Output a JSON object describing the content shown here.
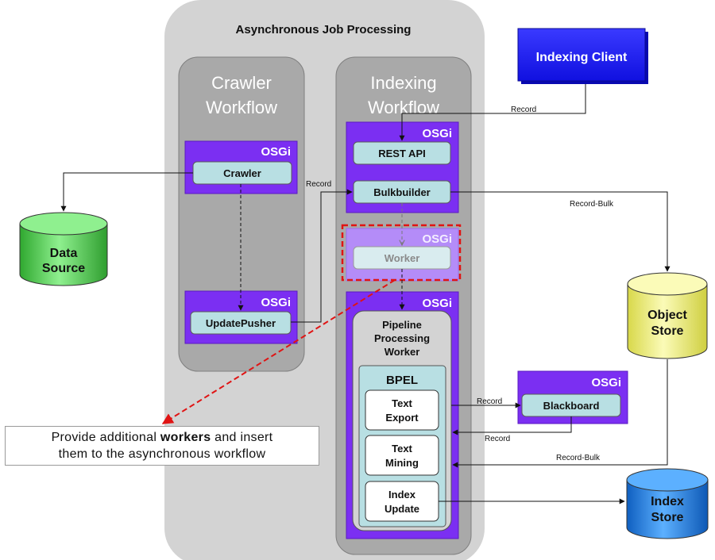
{
  "title": "Asynchronous Job Processing",
  "crawler_workflow": {
    "line1": "Crawler",
    "line2": "Workflow"
  },
  "indexing_workflow": {
    "line1": "Indexing",
    "line2": "Workflow"
  },
  "indexing_client": "Indexing Client",
  "osgi": "OSGi",
  "components": {
    "crawler": "Crawler",
    "update_pusher": "UpdatePusher",
    "rest_api": "REST API",
    "bulkbuilder": "Bulkbuilder",
    "worker": "Worker",
    "blackboard": "Blackboard"
  },
  "pipeline_worker": {
    "line1": "Pipeline",
    "line2": "Processing",
    "line3": "Worker"
  },
  "bpel": "BPEL",
  "pipelets": {
    "text_export": {
      "line1": "Text",
      "line2": "Export"
    },
    "text_mining": {
      "line1": "Text",
      "line2": "Mining"
    },
    "index_update": {
      "line1": "Index",
      "line2": "Update"
    }
  },
  "stores": {
    "data_source": {
      "line1": "Data",
      "line2": "Source"
    },
    "object_store": {
      "line1": "Object",
      "line2": "Store"
    },
    "index_store": {
      "line1": "Index",
      "line2": "Store"
    }
  },
  "edge_labels": {
    "client_record": "Record",
    "pusher_record": "Record",
    "record_bulk_top": "Record-Bulk",
    "bb_record_out": "Record",
    "bb_record_in": "Record",
    "record_bulk_bottom": "Record-Bulk"
  },
  "callout": {
    "pre": "Provide additional ",
    "bold": "workers",
    "post": " and insert",
    "line2": "them to the asynchronous workflow"
  },
  "colors": {
    "osgi_purple": "#7b2ff2",
    "component_fill": "#b8dfe3",
    "workflow_gray": "#a9a9a9",
    "outer_gray": "#d3d3d3",
    "client_blue": "#1a1aff",
    "data_source_green": "#5fd35f",
    "object_store_yellow": "#f2f27a",
    "index_store_blue": "#1e86e8",
    "highlight_red": "#e01414"
  }
}
